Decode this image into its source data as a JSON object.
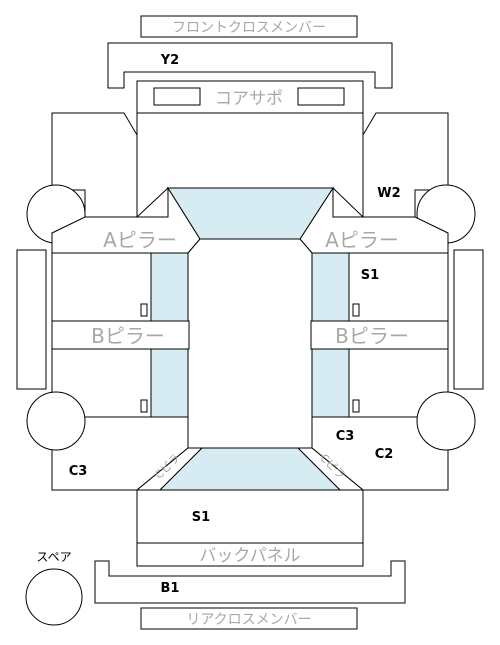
{
  "labels": {
    "front_cross_member": "フロントクロスメンバー",
    "y2": "Y2",
    "core_support": "コアサポ",
    "w2": "W2",
    "a_pillar_left": "Aピラー",
    "a_pillar_right": "Aピラー",
    "s1_right": "S1",
    "b_pillar_left": "Bピラー",
    "b_pillar_right": "Bピラー",
    "c3_right": "C3",
    "c2": "C2",
    "c3_left": "C3",
    "c_pillar_left": "Cピラ",
    "c_pillar_right": "Cピラ",
    "s1_bottom": "S1",
    "back_panel": "バックパネル",
    "spare": "スペア",
    "b1": "B1",
    "rear_cross_member": "リアクロスメンバー"
  }
}
